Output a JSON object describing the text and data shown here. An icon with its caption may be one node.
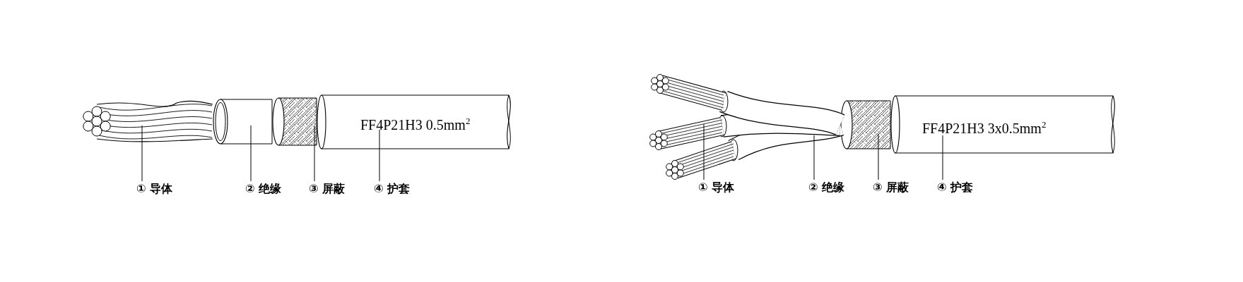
{
  "diagram": {
    "nodes": [
      {
        "text": [
          "① 导体"
        ]
      },
      {
        "text": [
          "② 绝缘"
        ]
      },
      {
        "text": [
          "③ 屏蔽"
        ]
      },
      {
        "text": [
          "④ 护套"
        ]
      },
      {
        "text": [
          "① 导体"
        ]
      },
      {
        "text": [
          "② 绝缘"
        ]
      },
      {
        "text": [
          "③ 屏蔽"
        ]
      },
      {
        "text": [
          "④ 护套"
        ]
      },
      {
        "text": [],
        "shape": "picture"
      },
      {
        "text": [],
        "shape": "cylinder"
      },
      {
        "text": [],
        "shape": "cylinder"
      },
      {
        "text": [],
        "shape": "cylinder"
      },
      {
        "text": [],
        "shape": "picture"
      },
      {
        "text": [],
        "shape": "picture"
      },
      {
        "text": [],
        "shape": "cylinder"
      },
      {
        "text": [],
        "shape": "cylinder"
      }
    ],
    "edges": [
      {
        "from": 0,
        "to": 8,
        "arrow": "none"
      },
      {
        "from": 1,
        "to": 9,
        "arrow": "none"
      },
      {
        "from": 2,
        "to": 10,
        "arrow": "none"
      },
      {
        "from": 3,
        "to": 11,
        "arrow": "none"
      },
      {
        "from": 4,
        "to": 12,
        "arrow": "none"
      },
      {
        "from": 5,
        "to": 13,
        "arrow": "none"
      },
      {
        "from": 6,
        "to": 14,
        "arrow": "none"
      },
      {
        "from": 7,
        "to": 15,
        "arrow": "none"
      }
    ],
    "labels": [
      "FF4P21H3 0.5mm$^{2}$",
      "FF4P21H3 3x0.5mm$^{2}$"
    ]
  }
}
